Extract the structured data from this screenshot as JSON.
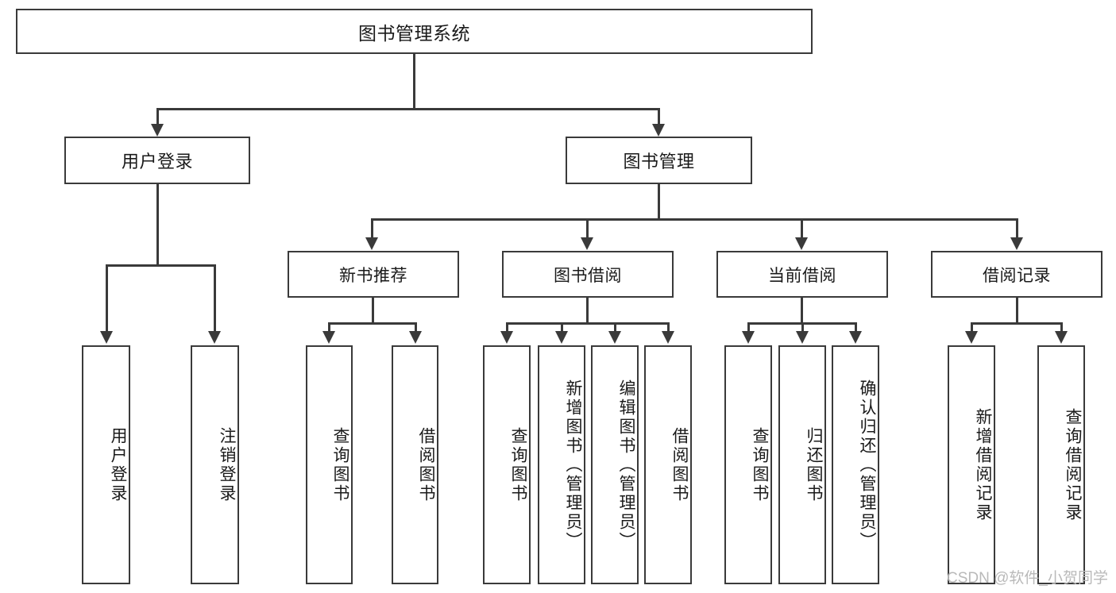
{
  "diagram": {
    "title": "图书管理系统",
    "type": "functional-decomposition-tree",
    "root": {
      "label": "图书管理系统"
    },
    "level2": [
      {
        "label": "用户登录"
      },
      {
        "label": "图书管理"
      }
    ],
    "level3": [
      {
        "label": "新书推荐"
      },
      {
        "label": "图书借阅"
      },
      {
        "label": "当前借阅"
      },
      {
        "label": "借阅记录"
      }
    ],
    "leaves": {
      "user_login": [
        {
          "label": "用户登录"
        },
        {
          "label": "注销登录"
        }
      ],
      "new_book_recommend": [
        {
          "label": "查询图书"
        },
        {
          "label": "借阅图书"
        }
      ],
      "book_borrow": [
        {
          "label": "查询图书"
        },
        {
          "label": "新增图书（管理员）"
        },
        {
          "label": "编辑图书（管理员）"
        },
        {
          "label": "借阅图书"
        }
      ],
      "current_borrow": [
        {
          "label": "查询图书"
        },
        {
          "label": "归还图书"
        },
        {
          "label": "确认归还（管理员）"
        }
      ],
      "borrow_record": [
        {
          "label": "新增借阅记录"
        },
        {
          "label": "查询借阅记录"
        }
      ]
    }
  },
  "watermark": {
    "text": "CSDN @软件_小贺同学"
  },
  "colors": {
    "stroke": "#3a3a3a",
    "background": "#ffffff",
    "text": "#1a1a1a",
    "watermark": "#b9b9b9"
  }
}
